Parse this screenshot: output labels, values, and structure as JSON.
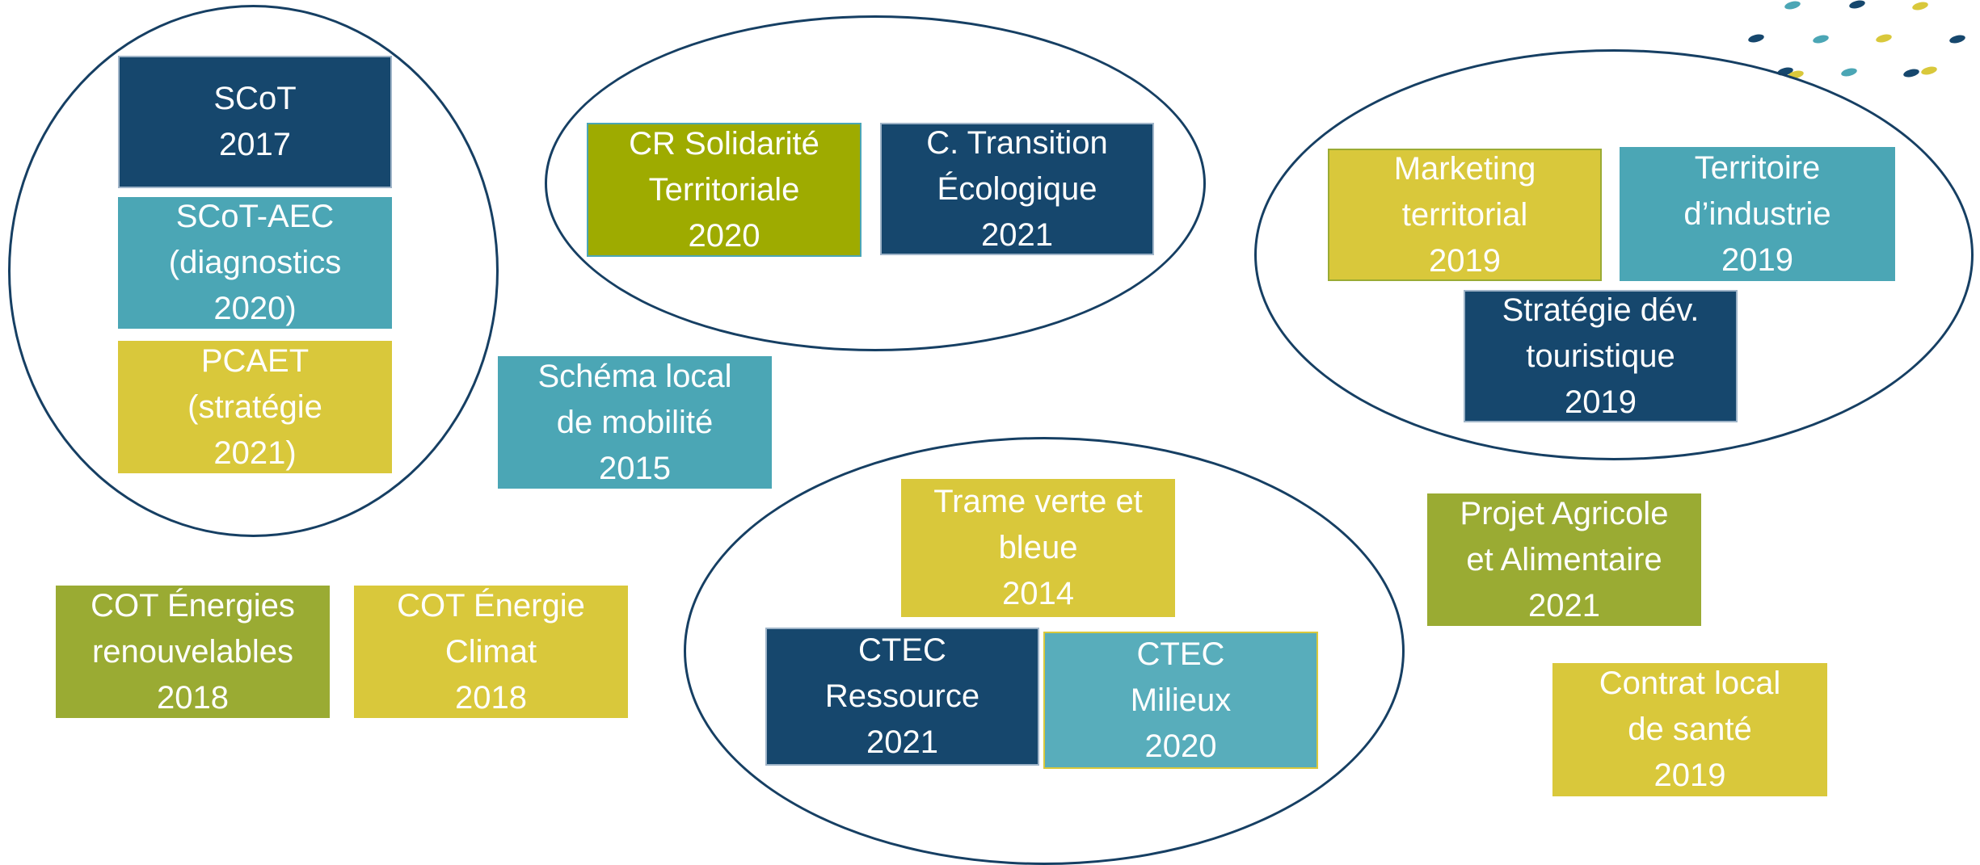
{
  "colors": {
    "navy": "#16476d",
    "teal": "#4ba6b5",
    "yellow": "#d9c83b",
    "olive": "#9aab33",
    "lime": "#9eab00",
    "outline": "#163f63"
  },
  "decoration": {
    "dot_colors": [
      "#4ba6b5",
      "#16476d",
      "#d9c83b",
      "#16476d",
      "#4ba6b5",
      "#d9c83b",
      "#16476d",
      "#16476d",
      "#d9c83b",
      "#4ba6b5",
      "#16476d",
      "#d9c83b"
    ]
  },
  "boxes": {
    "scot": {
      "line1": "SCoT",
      "line2": "2017"
    },
    "scot_aec": {
      "line1": "SCoT-AEC",
      "line2": "(diagnostics",
      "line3": "2020)"
    },
    "pcaet": {
      "line1": "PCAET",
      "line2": "(stratégie",
      "line3": "2021)"
    },
    "cr_solidarite": {
      "line1": "CR Solidarité",
      "line2": "Territoriale",
      "line3": "2020"
    },
    "c_transition": {
      "line1": "C. Transition",
      "line2": "Écologique",
      "line3": "2021"
    },
    "marketing": {
      "line1": "Marketing",
      "line2": "territorial",
      "line3": "2019"
    },
    "territoire_industrie": {
      "line1": "Territoire",
      "line2": "d’industrie",
      "line3": "2019"
    },
    "strategie_touristique": {
      "line1": "Stratégie dév.",
      "line2": "touristique",
      "line3": "2019"
    },
    "schema_mobilite": {
      "line1": "Schéma local",
      "line2": "de mobilité",
      "line3": "2015"
    },
    "trame_verte": {
      "line1": "Trame verte et",
      "line2": "bleue",
      "line3": "2014"
    },
    "ctec_ressource": {
      "line1": "CTEC",
      "line2": "Ressource",
      "line3": "2021"
    },
    "ctec_milieux": {
      "line1": "CTEC",
      "line2": "Milieux",
      "line3": "2020"
    },
    "cot_enr": {
      "line1": "COT Énergies",
      "line2": "renouvelables",
      "line3": "2018"
    },
    "cot_climat": {
      "line1": "COT Énergie",
      "line2": "Climat",
      "line3": "2018"
    },
    "projet_agricole": {
      "line1": "Projet Agricole",
      "line2": "et Alimentaire",
      "line3": "2021"
    },
    "contrat_sante": {
      "line1": "Contrat local",
      "line2": "de santé",
      "line3": "2019"
    }
  }
}
